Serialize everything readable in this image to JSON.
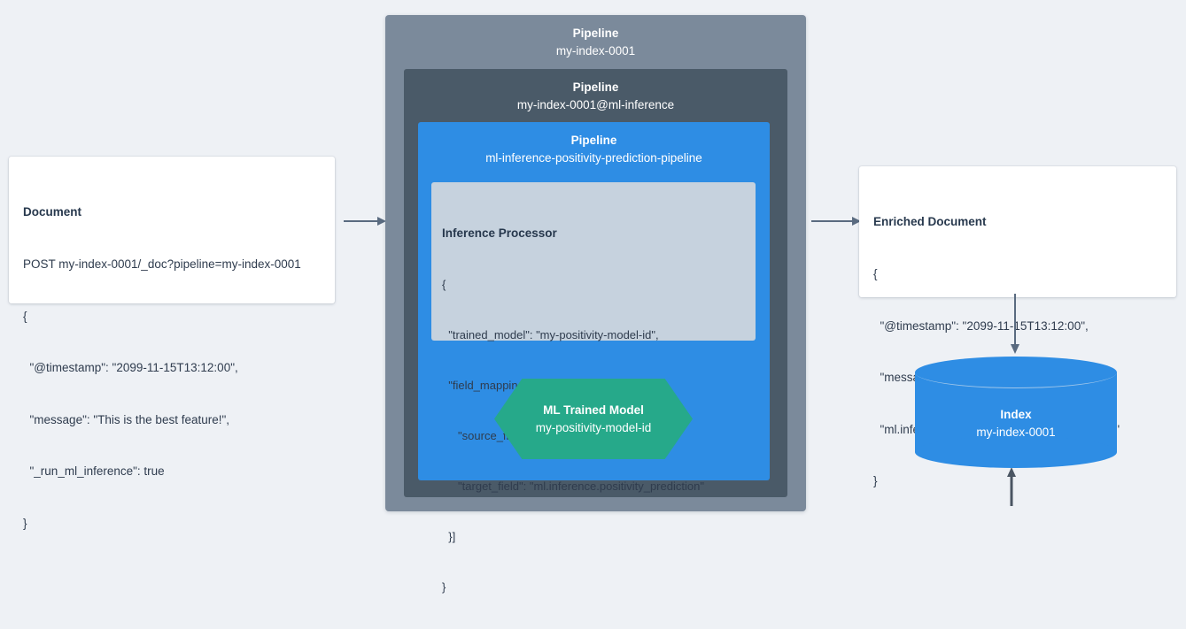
{
  "document_card": {
    "title": "Document",
    "lines": [
      "POST my-index-0001/_doc?pipeline=my-index-0001",
      "{",
      "  \"@timestamp\": \"2099-11-15T13:12:00\",",
      "  \"message\": \"This is the best feature!\",",
      "  \"_run_ml_inference\": true",
      "}"
    ]
  },
  "pipeline_outer": {
    "label": "Pipeline",
    "value": "my-index-0001",
    "color": "#7b8a9b"
  },
  "pipeline_middle": {
    "label": "Pipeline",
    "value": "my-index-0001@ml-inference",
    "color": "#4a5a68"
  },
  "pipeline_inner": {
    "label": "Pipeline",
    "value": "ml-inference-positivity-prediction-pipeline",
    "color": "#2e8de4"
  },
  "inference_processor": {
    "title": "Inference Processor",
    "lines": [
      "{",
      "  \"trained_model\": \"my-positivity-model-id\",",
      "  \"field_mappings\": [{",
      "     \"source_field\": \"message\",",
      "     \"target_field\": \"ml.inference.positivity_prediction\"",
      "  }]",
      "}"
    ],
    "color": "#c6d2de"
  },
  "ml_model": {
    "label": "ML Trained Model",
    "value": "my-positivity-model-id",
    "color": "#26a98a"
  },
  "enriched_card": {
    "title": "Enriched Document",
    "lines": [
      "{",
      "  \"@timestamp\": \"2099-11-15T13:12:00\",",
      "  \"message\": \"This is the best feature!\",",
      "  \"ml.inference.positivity_prediction\": \"0.91644\"",
      "}"
    ]
  },
  "index_cylinder": {
    "label": "Index",
    "value": "my-index-0001",
    "color": "#2e8de4"
  },
  "arrows": {
    "doc_to_pipeline": "arrow-right",
    "pipeline_to_enriched": "arrow-right",
    "enriched_to_index": "arrow-down",
    "model_to_processor": "arrow-up",
    "color": "#5a6b80"
  },
  "background_color": "#eef1f5"
}
